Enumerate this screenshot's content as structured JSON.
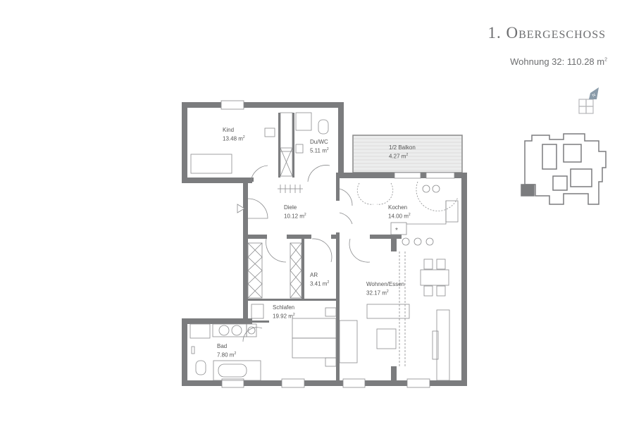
{
  "header": {
    "title": "1. Obergeschoss",
    "apartment": "Wohnung 32: 110.28 m",
    "apartment_sup": "2"
  },
  "compass": {
    "label": "N"
  },
  "rooms": [
    {
      "name": "Kind",
      "area": "13.48 m"
    },
    {
      "name": "Du/WC",
      "area": "5.11 m"
    },
    {
      "name": "1/2 Balkon",
      "area": "4.27 m"
    },
    {
      "name": "Diele",
      "area": "10.12 m"
    },
    {
      "name": "Kochen",
      "area": "14.00 m"
    },
    {
      "name": "AR",
      "area": "3.41 m"
    },
    {
      "name": "Wohnen/Essen",
      "area": "32.17 m"
    },
    {
      "name": "Schlafen",
      "area": "19.92 m"
    },
    {
      "name": "Bad",
      "area": "7.80 m"
    }
  ],
  "area_unit_sup": "2",
  "colors": {
    "wall": "#7b7c7e",
    "line": "#8a8b8d",
    "text": "#6d6e70"
  }
}
